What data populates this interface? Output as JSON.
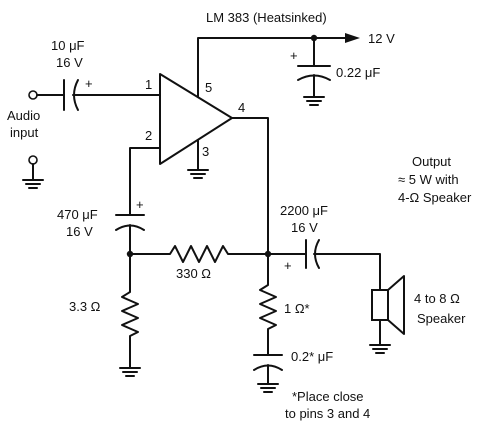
{
  "amp": {
    "title": "LM 383 (Heatsinked)",
    "pin1": "1",
    "pin2": "2",
    "pin3": "3",
    "pin4": "4",
    "pin5": "5"
  },
  "supply": {
    "voltage": "12 V",
    "cap_value": "0.22 μF",
    "plus": "+"
  },
  "input_cap": {
    "value": "10 μF",
    "voltage": "16 V",
    "plus": "+"
  },
  "input": {
    "line1": "Audio",
    "line2": "input"
  },
  "feedback_cap": {
    "value": "470 μF",
    "voltage": "16 V",
    "plus": "+"
  },
  "resistors": {
    "feedback": "330 Ω",
    "shunt": "3.3 Ω",
    "zobel": "1 Ω*"
  },
  "zobel_cap": {
    "value": "0.2* μF"
  },
  "output_cap": {
    "value": "2200 μF",
    "voltage": "16 V",
    "plus": "+"
  },
  "output": {
    "line1": "Output",
    "line2": "≈ 5 W with",
    "line3": "4-Ω Speaker"
  },
  "speaker": {
    "line1": "4 to 8 Ω",
    "line2": "Speaker"
  },
  "note": {
    "line1": "*Place close",
    "line2": "to pins 3 and 4"
  }
}
